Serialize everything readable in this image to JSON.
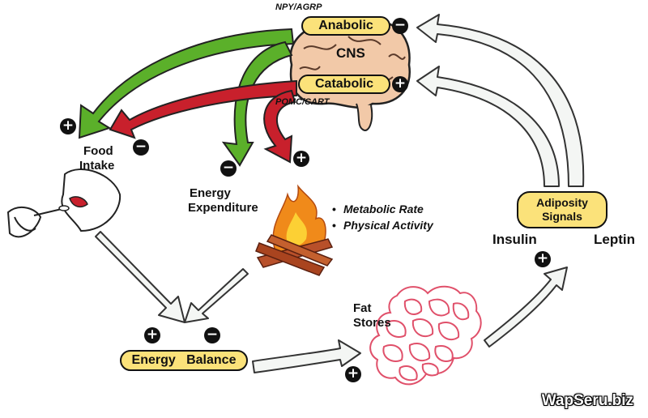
{
  "labels": {
    "npy_agrp": "NPY/AGRP",
    "pomc_cart": "POMC/CART",
    "anabolic": "Anabolic",
    "catabolic": "Catabolic",
    "cns": "CNS",
    "food_intake_1": "Food",
    "food_intake_2": "Intake",
    "energy_expenditure_1": "Energy",
    "energy_expenditure_2": "Expenditure",
    "metabolic_rate": "Metabolic  Rate",
    "physical_activity": "Physical  Activity",
    "adiposity_1": "Adiposity",
    "adiposity_2": "Signals",
    "insulin": "Insulin",
    "leptin": "Leptin",
    "fat_stores_1": "Fat",
    "fat_stores_2": "Stores",
    "energy_balance": "Energy   Balance",
    "watermark": "WapSeru.biz"
  },
  "signs": {
    "plus": "+",
    "minus": "−",
    "bullet": "•"
  },
  "colors": {
    "pill_fill": "#fbe27a",
    "anabolic_arrow": "#5bb02a",
    "catabolic_arrow": "#c8202c",
    "feedback_arrow": "#f4f6f4",
    "fat_cell_stroke": "#e0506a"
  }
}
